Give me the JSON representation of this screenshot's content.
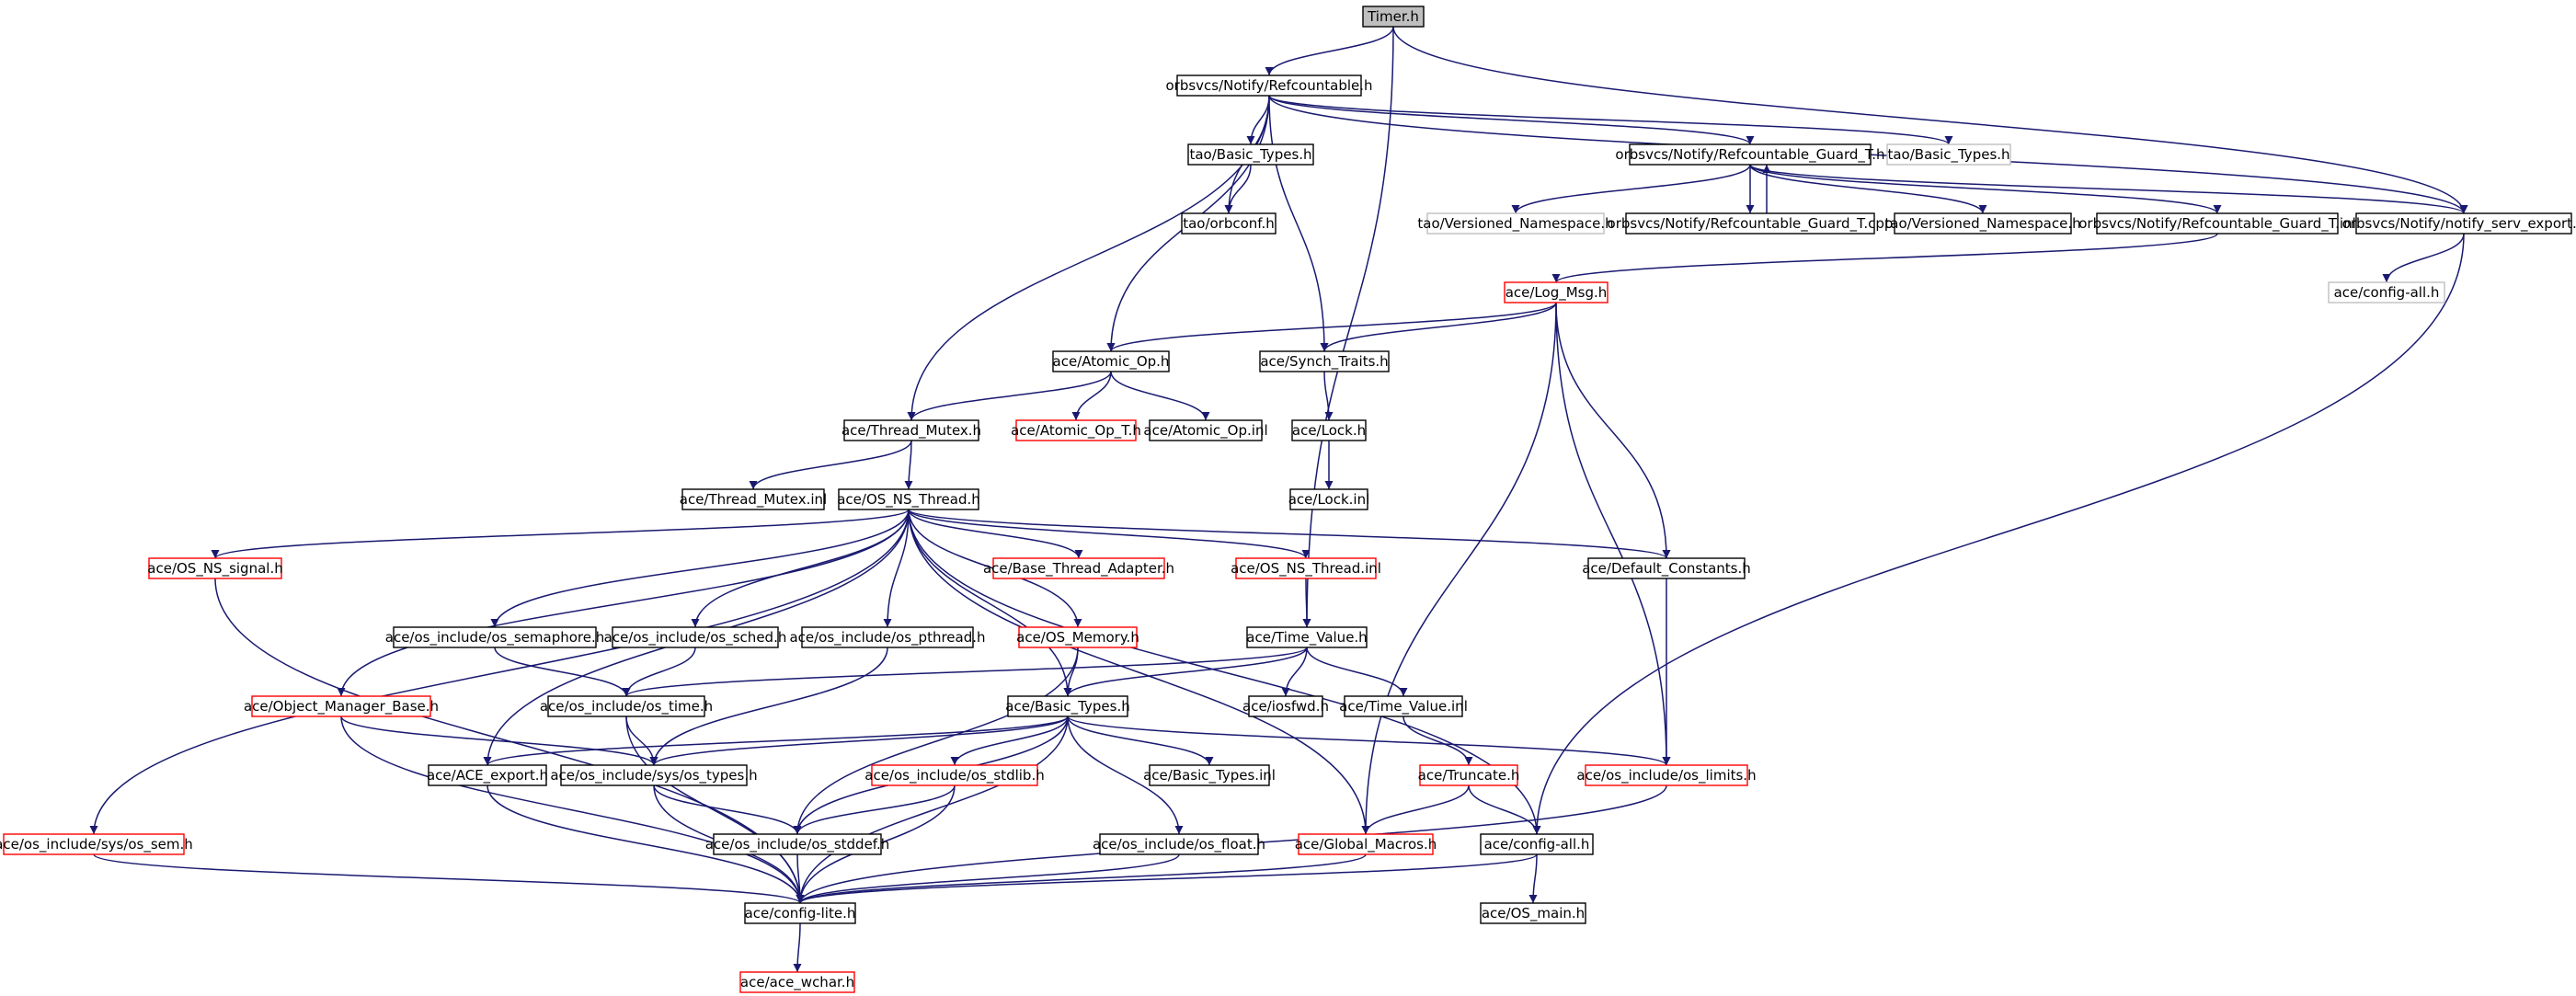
{
  "colors": {
    "background": "#ffffff",
    "edge": "#191970",
    "node_border_default": "#000000",
    "node_border_incomplete": "#ff0000",
    "node_border_external": "#bfbfbf",
    "root_fill": "#bfbfbf"
  },
  "nodes": [
    {
      "id": "timer_h",
      "label": "Timer.h"
    },
    {
      "id": "notify_refcountable_h",
      "label": "orbsvcs/Notify/Refcountable.h"
    },
    {
      "id": "tao_basic_types_h",
      "label": "tao/Basic_Types.h"
    },
    {
      "id": "tao_basic_types_h_ext",
      "label": "tao/Basic_Types.h"
    },
    {
      "id": "refcountable_guard_t_h",
      "label": "orbsvcs/Notify/Refcountable_Guard_T.h"
    },
    {
      "id": "tao_orbconf_h",
      "label": "tao/orbconf.h"
    },
    {
      "id": "tao_versioned_namespace_h_ext",
      "label": "tao/Versioned_Namespace.h"
    },
    {
      "id": "refcountable_guard_t_cpp",
      "label": "orbsvcs/Notify/Refcountable_Guard_T.cpp"
    },
    {
      "id": "tao_versioned_namespace_h",
      "label": "tao/Versioned_Namespace.h"
    },
    {
      "id": "refcountable_guard_t_inl",
      "label": "orbsvcs/Notify/Refcountable_Guard_T.inl"
    },
    {
      "id": "notify_serv_export_h",
      "label": "orbsvcs/Notify/notify_serv_export.h"
    },
    {
      "id": "ace_log_msg_h",
      "label": "ace/Log_Msg.h"
    },
    {
      "id": "ace_config_all_h_ext",
      "label": "ace/config-all.h"
    },
    {
      "id": "ace_atomic_op_h",
      "label": "ace/Atomic_Op.h"
    },
    {
      "id": "ace_synch_traits_h",
      "label": "ace/Synch_Traits.h"
    },
    {
      "id": "ace_thread_mutex_h",
      "label": "ace/Thread_Mutex.h"
    },
    {
      "id": "ace_atomic_op_t_h",
      "label": "ace/Atomic_Op_T.h"
    },
    {
      "id": "ace_atomic_op_inl",
      "label": "ace/Atomic_Op.inl"
    },
    {
      "id": "ace_lock_h",
      "label": "ace/Lock.h"
    },
    {
      "id": "ace_thread_mutex_inl",
      "label": "ace/Thread_Mutex.inl"
    },
    {
      "id": "ace_os_ns_thread_h",
      "label": "ace/OS_NS_Thread.h"
    },
    {
      "id": "ace_lock_inl",
      "label": "ace/Lock.inl"
    },
    {
      "id": "ace_os_ns_signal_h",
      "label": "ace/OS_NS_signal.h"
    },
    {
      "id": "ace_base_thread_adapter_h",
      "label": "ace/Base_Thread_Adapter.h"
    },
    {
      "id": "ace_os_ns_thread_inl",
      "label": "ace/OS_NS_Thread.inl"
    },
    {
      "id": "ace_default_constants_h",
      "label": "ace/Default_Constants.h"
    },
    {
      "id": "ace_os_include_os_semaphore_h",
      "label": "ace/os_include/os_semaphore.h"
    },
    {
      "id": "ace_os_include_os_sched_h",
      "label": "ace/os_include/os_sched.h"
    },
    {
      "id": "ace_os_include_os_pthread_h",
      "label": "ace/os_include/os_pthread.h"
    },
    {
      "id": "ace_os_memory_h",
      "label": "ace/OS_Memory.h"
    },
    {
      "id": "ace_time_value_h",
      "label": "ace/Time_Value.h"
    },
    {
      "id": "ace_object_manager_base_h",
      "label": "ace/Object_Manager_Base.h"
    },
    {
      "id": "ace_os_include_os_time_h",
      "label": "ace/os_include/os_time.h"
    },
    {
      "id": "ace_basic_types_h",
      "label": "ace/Basic_Types.h"
    },
    {
      "id": "ace_iosfwd_h",
      "label": "ace/iosfwd.h"
    },
    {
      "id": "ace_time_value_inl",
      "label": "ace/Time_Value.inl"
    },
    {
      "id": "ace_ace_export_h",
      "label": "ace/ACE_export.h"
    },
    {
      "id": "ace_os_include_sys_os_types_h",
      "label": "ace/os_include/sys/os_types.h"
    },
    {
      "id": "ace_os_include_os_stdlib_h",
      "label": "ace/os_include/os_stdlib.h"
    },
    {
      "id": "ace_basic_types_inl",
      "label": "ace/Basic_Types.inl"
    },
    {
      "id": "ace_truncate_h",
      "label": "ace/Truncate.h"
    },
    {
      "id": "ace_os_include_os_limits_h",
      "label": "ace/os_include/os_limits.h"
    },
    {
      "id": "ace_os_include_sys_os_sem_h",
      "label": "ace/os_include/sys/os_sem.h"
    },
    {
      "id": "ace_os_include_os_stddef_h",
      "label": "ace/os_include/os_stddef.h"
    },
    {
      "id": "ace_os_include_os_float_h",
      "label": "ace/os_include/os_float.h"
    },
    {
      "id": "ace_global_macros_h",
      "label": "ace/Global_Macros.h"
    },
    {
      "id": "ace_config_all_h",
      "label": "ace/config-all.h"
    },
    {
      "id": "ace_config_lite_h",
      "label": "ace/config-lite.h"
    },
    {
      "id": "ace_os_main_h",
      "label": "ace/OS_main.h"
    },
    {
      "id": "ace_ace_wchar_h",
      "label": "ace/ace_wchar.h"
    }
  ]
}
